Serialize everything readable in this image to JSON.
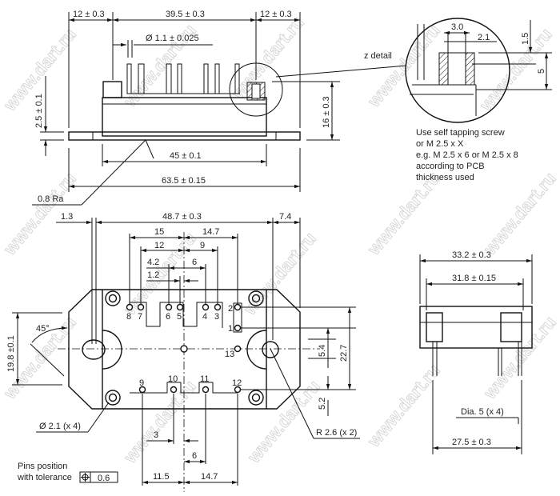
{
  "side_view": {
    "dim_left": "12 ± 0.3",
    "dim_middle": "39.5 ± 0.3",
    "dim_right": "12 ± 0.3",
    "pin_diameter": "Ø 1.1 ± 0.025",
    "base_thickness": "2.5 ± 0.1",
    "height": "16 ± 0.3",
    "body_width": "45 ± 0.1",
    "total_length": "63.5 ± 0.15",
    "roughness": "0.8 Ra"
  },
  "detail": {
    "label": "z detail",
    "dim_a": "3.0",
    "dim_b": "2.1",
    "dim_c": "1.5",
    "dim_d": "5",
    "note": [
      "Use self tapping screw",
      "or M 2.5 x X",
      "e.g. M 2.5 x 6 or M 2.5 x 8",
      "according to PCB",
      "thickness used"
    ]
  },
  "top_view": {
    "dim_1_3": "1.3",
    "dim_48_7": "48.7 ± 0.3",
    "dim_7_4": "7.4",
    "dim_15": "15",
    "dim_14_7_top": "14.7",
    "dim_12": "12",
    "dim_9": "9",
    "dim_4_2": "4.2",
    "dim_6_top": "6",
    "dim_1_2": "1.2",
    "dim_19_8": "19.8 ±0.1",
    "angle": "45°",
    "hole_dia": "Ø 2.1 (x 4)",
    "radius": "R 2.6 (x 2)",
    "dim_3": "3",
    "dim_6_bottom": "6",
    "dim_11_5": "11.5",
    "dim_14_7_bottom": "14.7",
    "dim_5_4": "5.4",
    "dim_22_7": "22.7",
    "dim_5_2": "5.2",
    "pins": [
      "8",
      "7",
      "6",
      "5",
      "4",
      "3",
      "2",
      "1",
      "13",
      "9",
      "10",
      "11",
      "12"
    ],
    "tolerance_label": [
      "Pins position",
      "with tolerance"
    ],
    "tolerance_value": "0.6"
  },
  "end_view": {
    "dim_33_2": "33.2 ± 0.3",
    "dim_31_8": "31.8 ± 0.15",
    "pin_dia": "Dia. 5 (x 4)",
    "dim_27_5": "27.5 ± 0.3"
  },
  "watermark": "www.dart.ru"
}
